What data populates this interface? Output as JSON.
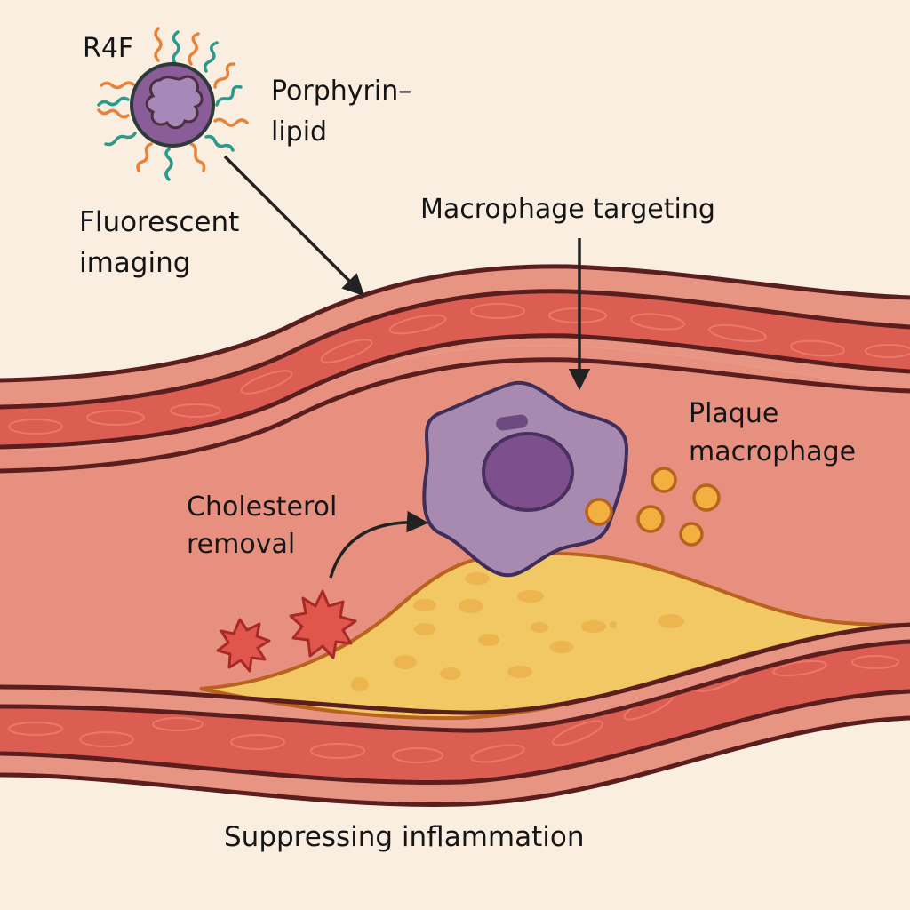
{
  "diagram": {
    "title": "R4F porphyrin-lipid nanoparticle targeting plaque macrophages in an artery",
    "labels": {
      "nanoparticle": "R4F",
      "porphyrin_line1": "Porphyrin–",
      "porphyrin_line2": "lipid",
      "fluorescent_line1": "Fluorescent",
      "fluorescent_line2": "imaging",
      "macrophage_targeting": "Macrophage targeting",
      "plaque_line1": "Plaque",
      "plaque_line2": "macrophage",
      "cholesterol_line1": "Cholesterol",
      "cholesterol_line2": "removal",
      "suppressing": "Suppressing inflammation"
    },
    "colors": {
      "background": "#faeee1",
      "lumen": "#e8907f",
      "wall_outer": "#e89483",
      "wall_media": "#dc5e52",
      "wall_line": "#5a1e1e",
      "plaque": "#f2c865",
      "plaque_edge": "#b8621e",
      "macrophage": "#a889b0",
      "nucleus": "#7d4f8d",
      "cell_outline": "#3f2d5a",
      "lipid_droplet": "#f2b040",
      "inflammatory_star": "#e0564c",
      "tail_orange": "#e6823a",
      "tail_teal": "#2a9a8c"
    }
  }
}
